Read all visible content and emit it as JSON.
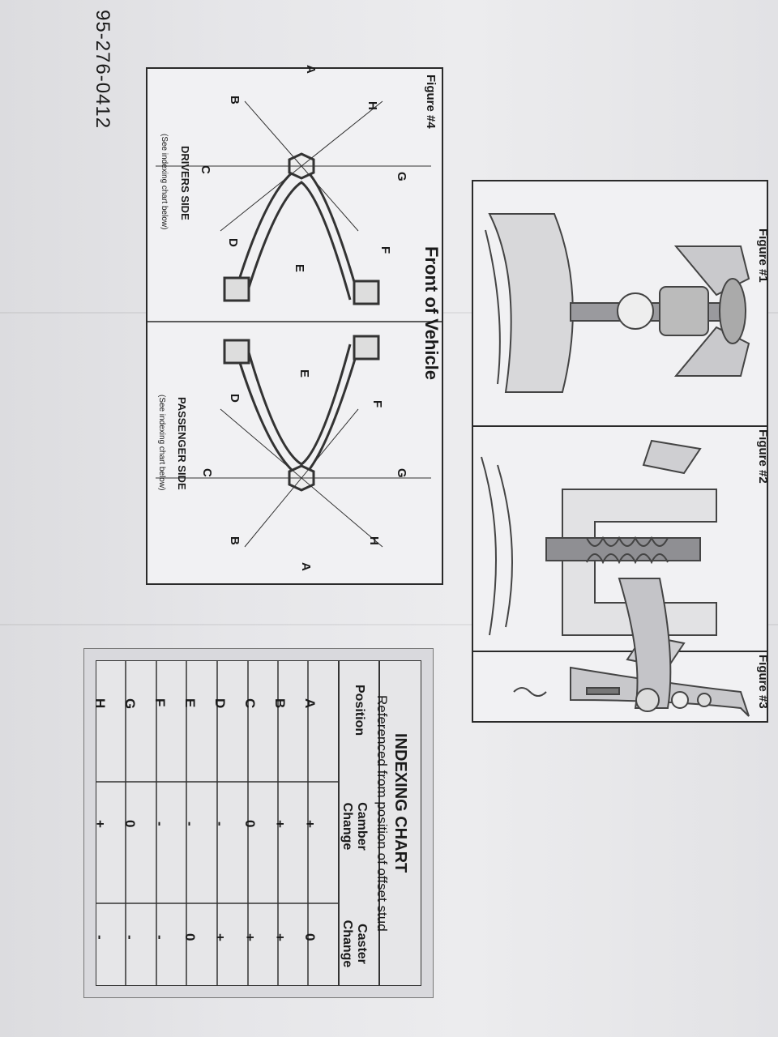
{
  "part_number": "95-276-0412",
  "figures": {
    "fig1_label": "Figure #1",
    "fig2_label": "Figure #2",
    "fig3_label": "Figure #3",
    "fig4_label": "Figure #4"
  },
  "figure4": {
    "title": "Front of Vehicle",
    "drivers_side": "DRIVERS SIDE",
    "passenger_side": "PASSENGER SIDE",
    "note": "(See indexing chart below)",
    "positions": [
      "A",
      "B",
      "C",
      "D",
      "E",
      "F",
      "G",
      "H"
    ]
  },
  "indexing_chart": {
    "title": "INDEXING CHART",
    "subtitle": "Referenced from position of offset stud",
    "headers": [
      "Position",
      "Camber Change",
      "Caster Change"
    ],
    "rows": [
      {
        "position": "A",
        "camber": "+",
        "caster": "0"
      },
      {
        "position": "B",
        "camber": "+",
        "caster": "+"
      },
      {
        "position": "C",
        "camber": "0",
        "caster": "+"
      },
      {
        "position": "D",
        "camber": "-",
        "caster": "+"
      },
      {
        "position": "E",
        "camber": "-",
        "caster": "0"
      },
      {
        "position": "F",
        "camber": "-",
        "caster": "-"
      },
      {
        "position": "G",
        "camber": "0",
        "caster": "-"
      },
      {
        "position": "H",
        "camber": "+",
        "caster": "-"
      }
    ]
  }
}
